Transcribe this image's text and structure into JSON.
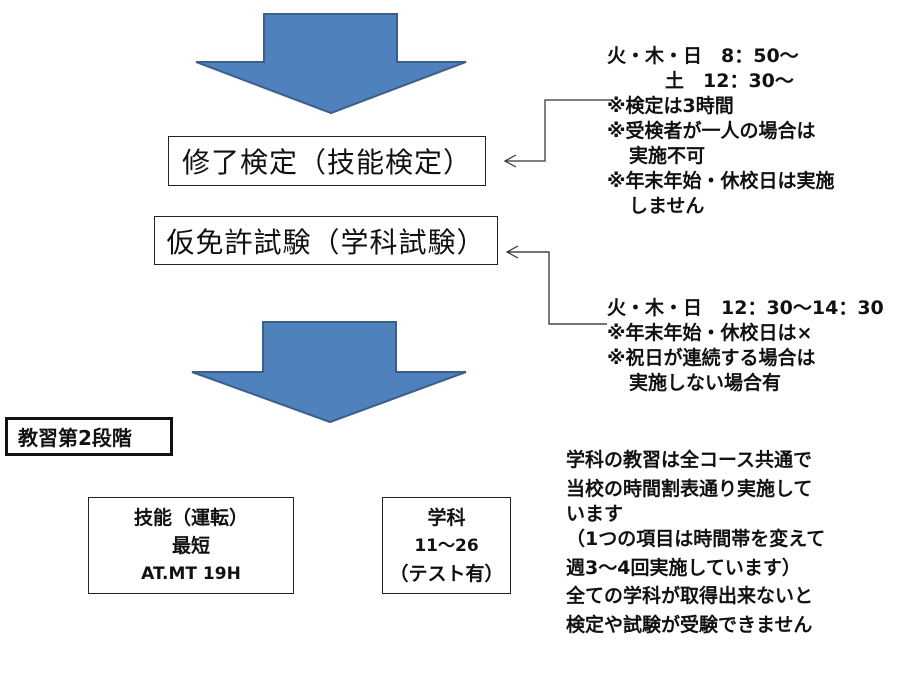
{
  "diagram": {
    "colors": {
      "arrow_fill": "#4F81BD",
      "arrow_stroke": "#3A5F8C",
      "connector": "#222222",
      "box_border": "#222222"
    },
    "arrows": [
      {
        "name": "flow-arrow-top",
        "direction": "down"
      },
      {
        "name": "flow-arrow-middle",
        "direction": "down"
      }
    ],
    "boxes": {
      "completion_exam": "修了検定（技能検定）",
      "provisional_exam": "仮免許試験（学科試験）",
      "stage": "教習第2段階",
      "skill": {
        "title": "技能（運転）",
        "sub": "最短",
        "hours": "AT.MT 19H"
      },
      "academic": {
        "title": "学科",
        "range": "11～26",
        "note": "（テスト有）"
      }
    },
    "notes": {
      "completion_exam": [
        "火・木・日　8：50～",
        "土　12：30～",
        "※検定は3時間",
        "※受検者が一人の場合は",
        "実施不可",
        "※年末年始・休校日は実施",
        "しません"
      ],
      "provisional_exam": [
        "火・木・日　12：30～14：30",
        "※年末年始・休校日は×",
        "※祝日が連続する場合は",
        "実施しない場合有"
      ],
      "academic_info": [
        "学科の教習は全コース共通で",
        "当校の時間割表通り実施して",
        "います",
        "（1つの項目は時間帯を変えて",
        "週3～4回実施しています）",
        "全ての学科が取得出来ないと",
        "検定や試験が受験できません"
      ]
    }
  }
}
